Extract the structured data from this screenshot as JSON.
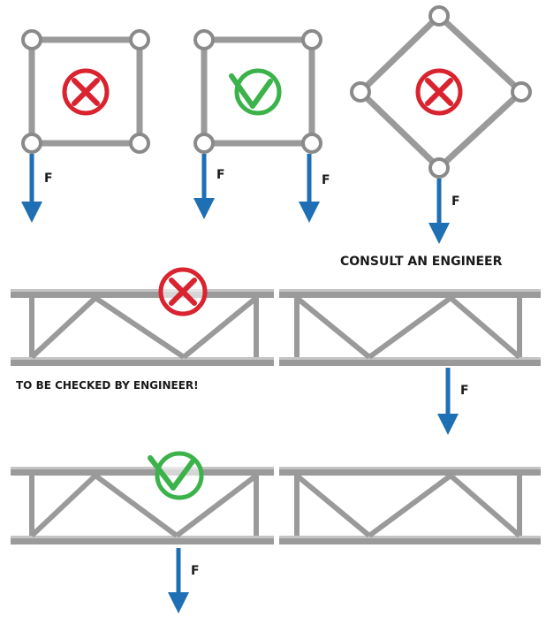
{
  "colors": {
    "tube": "#9a9a9a",
    "tube_dark": "#7e7e7e",
    "tube_light": "#cfcfcf",
    "node_fill": "#ffffff",
    "wrong": "#d9232f",
    "right": "#3cb24a",
    "force": "#1f6fb4",
    "text": "#1a1a1a"
  },
  "icons": {
    "wrong": "cross-circle-icon",
    "right": "check-circle-icon",
    "force": "force-arrow-icon"
  },
  "force_label": "F",
  "labels": {
    "consult": "CONSULT AN ENGINEER",
    "check": "TO BE CHECKED BY ENGINEER!"
  }
}
